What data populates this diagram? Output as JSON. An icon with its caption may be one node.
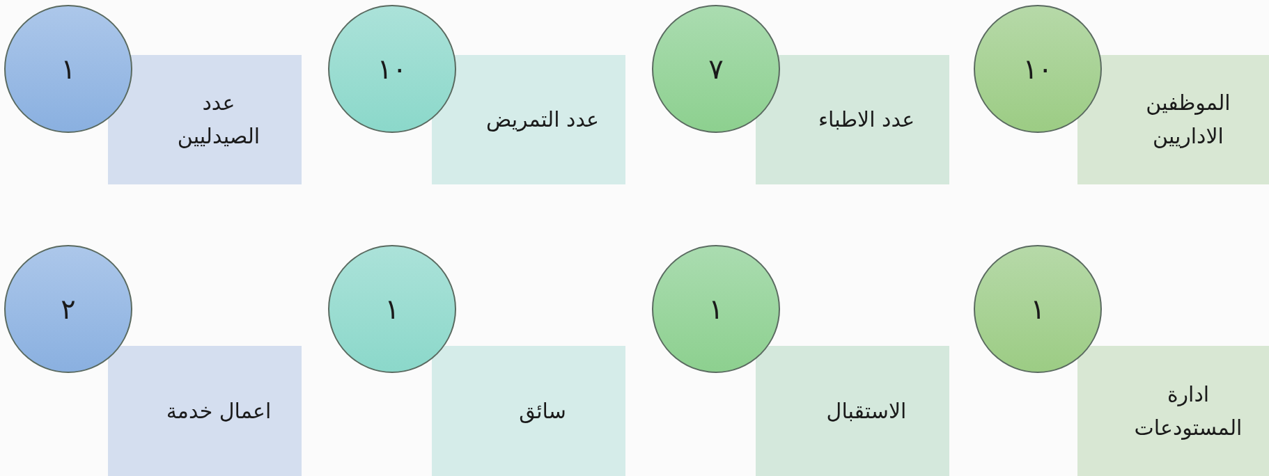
{
  "diagram": {
    "nodes": [
      {
        "text": [
          "الموظفين الاداريين"
        ]
      },
      {
        "text": [
          "١٠"
        ]
      },
      {
        "text": [
          "عدد الاطباء"
        ]
      },
      {
        "text": [
          "٧"
        ]
      },
      {
        "text": [
          "عدد التمريض"
        ]
      },
      {
        "text": [
          "١٠"
        ]
      },
      {
        "text": [
          "عدد الصيدليين"
        ]
      },
      {
        "text": [
          "١"
        ]
      },
      {
        "text": [
          "ادارة المستودعات"
        ]
      },
      {
        "text": [
          "١"
        ]
      },
      {
        "text": [
          "الاستقبال"
        ]
      },
      {
        "text": [
          "١"
        ]
      },
      {
        "text": [
          "سائق"
        ]
      },
      {
        "text": [
          "١"
        ]
      },
      {
        "text": [
          "اعمال خدمة"
        ]
      },
      {
        "text": [
          "٢"
        ]
      }
    ]
  }
}
